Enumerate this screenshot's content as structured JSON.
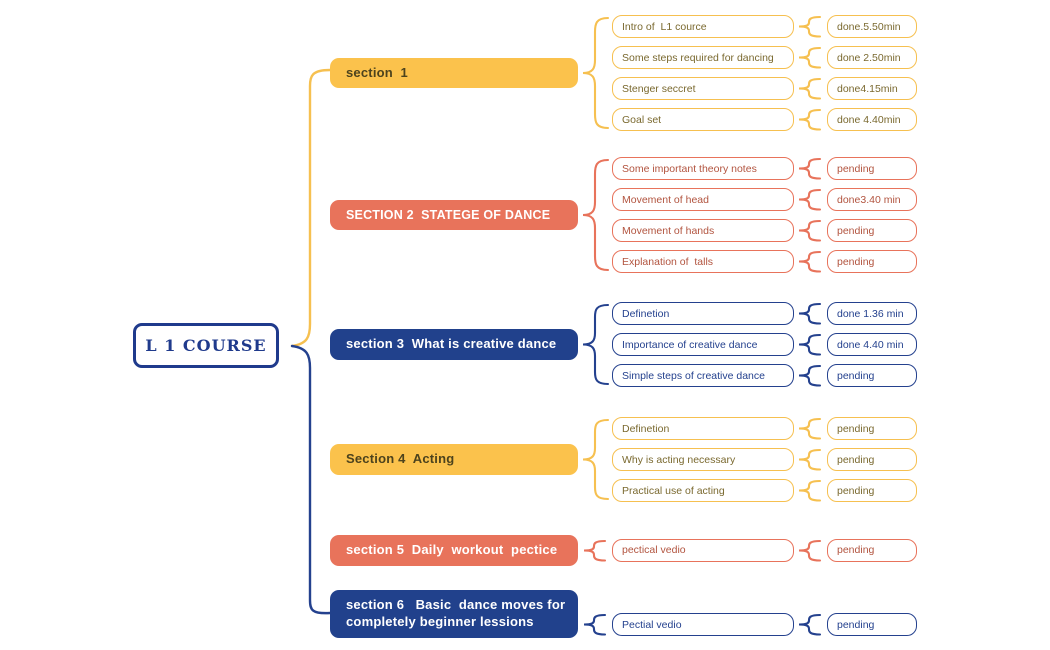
{
  "root": {
    "label": "L 1 COURSE"
  },
  "colors": {
    "yellow": "#fbc24c",
    "coral": "#e8735b",
    "navy": "#21418c",
    "root_border": "#1f3a8c"
  },
  "sections": [
    {
      "label": "section  1",
      "color": "yellow",
      "items": [
        {
          "label": "Intro of  L1 cource",
          "status": "done.5.50min"
        },
        {
          "label": "Some steps required for dancing",
          "status": "done 2.50min"
        },
        {
          "label": "Stenger seccret",
          "status": "done4.15min"
        },
        {
          "label": "Goal set",
          "status": "done 4.40min"
        }
      ]
    },
    {
      "label": "SECTION 2  STATEGE OF DANCE",
      "color": "coral",
      "items": [
        {
          "label": "Some important theory notes",
          "status": "pending"
        },
        {
          "label": "Movement of head",
          "status": "done3.40 min"
        },
        {
          "label": "Movement of hands",
          "status": "pending"
        },
        {
          "label": "Explanation of  talls",
          "status": "pending"
        }
      ]
    },
    {
      "label": "section 3  What is creative dance",
      "color": "navy",
      "items": [
        {
          "label": "Definetion",
          "status": "done 1.36 min"
        },
        {
          "label": "Importance of creative dance",
          "status": "done 4.40 min"
        },
        {
          "label": "Simple steps of creative dance",
          "status": "pending"
        }
      ]
    },
    {
      "label": "Section 4  Acting",
      "color": "yellow",
      "items": [
        {
          "label": "Definetion",
          "status": "pending"
        },
        {
          "label": "Why is acting necessary",
          "status": "pending"
        },
        {
          "label": "Practical use of acting",
          "status": "pending"
        }
      ]
    },
    {
      "label": "section 5  Daily  workout  pectice",
      "color": "coral",
      "items": [
        {
          "label": "pectical vedio",
          "status": "pending"
        }
      ]
    },
    {
      "label": "section 6   Basic  dance moves for completely beginner lessions",
      "color": "navy",
      "items": [
        {
          "label": "Pectial vedio",
          "status": "pending"
        }
      ]
    }
  ]
}
